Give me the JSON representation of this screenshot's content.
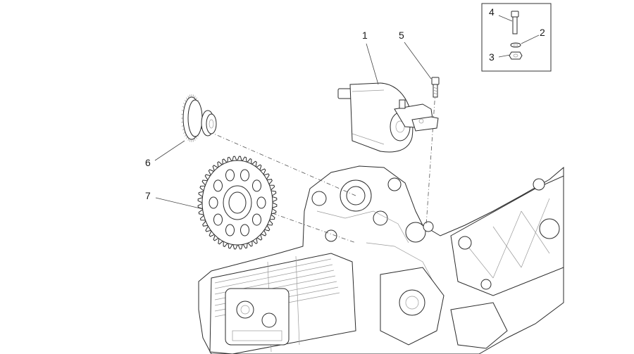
{
  "callouts": [
    {
      "id": "1",
      "label": "1",
      "part": "starter-motor"
    },
    {
      "id": "2",
      "label": "2",
      "part": "washer"
    },
    {
      "id": "3",
      "label": "3",
      "part": "nut"
    },
    {
      "id": "4",
      "label": "4",
      "part": "bolt-kit-screw"
    },
    {
      "id": "5",
      "label": "5",
      "part": "starter-screw"
    },
    {
      "id": "6",
      "label": "6",
      "part": "double-gear"
    },
    {
      "id": "7",
      "label": "7",
      "part": "starter-gear"
    }
  ]
}
